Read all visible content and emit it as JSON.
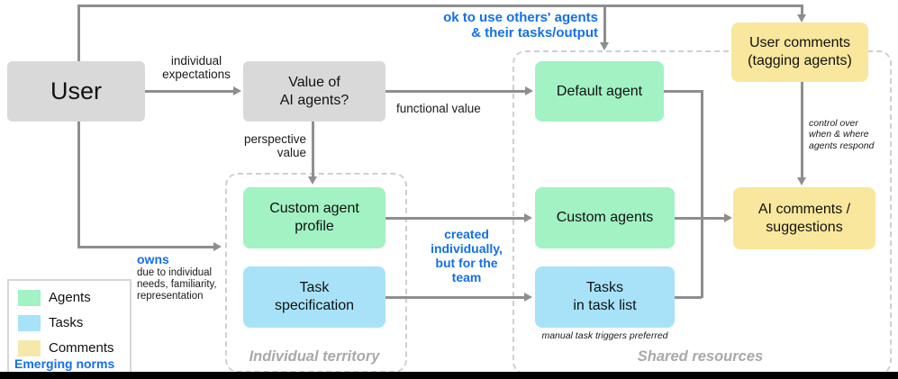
{
  "diagram": {
    "nodes": {
      "user": "User",
      "value_of_ai_agents": "Value of\nAI agents?",
      "default_agent": "Default agent",
      "custom_agent_profile": "Custom agent\nprofile",
      "task_specification": "Task\nspecification",
      "custom_agents": "Custom agents",
      "tasks_in_task_list": "Tasks\nin task list",
      "user_comments": "User comments\n(tagging agents)",
      "ai_comments_suggestions": "AI comments /\nsuggestions"
    },
    "edge_labels": {
      "individual_expectations": "individual\nexpectations",
      "functional_value": "functional value",
      "perspective_value": "perspective\nvalue",
      "ok_to_use": "ok to use others' agents\n& their tasks/output",
      "owns": "owns",
      "owns_detail": "due to individual\nneeds, familiarity,\nrepresentation",
      "created_for_team": "created\nindividually,\nbut for the\nteam",
      "control_over": "control over\nwhen & where\nagents respond",
      "manual_triggers": "manual task triggers preferred"
    },
    "regions": {
      "individual_territory": "Individual territory",
      "shared_resources": "Shared resources"
    },
    "legend": {
      "items": [
        {
          "label": "Agents",
          "color": "#a2f2c3"
        },
        {
          "label": "Tasks",
          "color": "#a8e2f8"
        },
        {
          "label": "Comments",
          "color": "#f6e8ab"
        }
      ],
      "emerging_norms": "Emerging norms"
    },
    "colors": {
      "agents": "#a2f2c3",
      "tasks": "#a8e2f8",
      "comments": "#f8e79c",
      "neutral_node": "#d9d9d9",
      "emerging_norm_text": "#1470e8",
      "line": "#8e8e8e"
    }
  }
}
